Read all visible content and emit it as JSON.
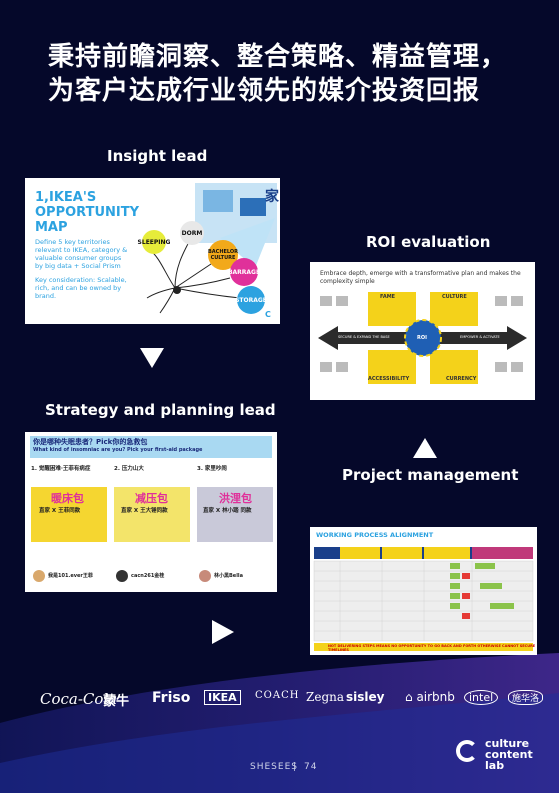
{
  "headline": {
    "line1": "秉持前瞻洞察、整合策略、精益管理，",
    "line2": "为客户达成行业领先的媒介投资回报"
  },
  "sections": {
    "insight": "Insight lead",
    "roi": "ROI evaluation",
    "strategy": "Strategy and planning lead",
    "project": "Project management"
  },
  "ikea": {
    "title_l1": "1,IKEA'S",
    "title_l2": "OPPORTUNITY",
    "title_l3": "MAP",
    "bullet1": "Define 5 key territories relevant to IKEA, category & valuable consumer groups by big data + Social Prism",
    "bullet2": "Key consideration: Scalable, rich, and can be owned by brand.",
    "bubbles": [
      "SLEEPING",
      "DORM",
      "BACHELOR CULTURE",
      "BARRAGE",
      "STORAGE"
    ],
    "chinese_char": "家"
  },
  "roi_card": {
    "header": "Embrace depth, emerge with a transformative plan and makes the complexity simple",
    "labels": [
      "FAME",
      "CULTURE",
      "ACCESSIBILITY",
      "CURRENCY",
      "ROI"
    ],
    "left_arrow": "SECURE & EXPAND THE BASE",
    "right_arrow": "EMPOWER & ACTIVATE"
  },
  "strategy_card": {
    "title_cn": "你是哪种失眠患者？Pick你的急救包",
    "title_en": "What kind of insomniac are you? Pick your first-aid package",
    "col1_title": "1. 觉醒困难·王菲有病症",
    "col2_title": "2. 压力山大",
    "col3_title": "3. 家里吵闹",
    "pack1": "暖床包",
    "pack2": "减压包",
    "pack3": "洪浬包",
    "sub1": "直家 X 王菲同款",
    "sub2": "直家 X 王大锤同款",
    "sub3": "直家 X 林小踏 同款",
    "kol1": "我是101.ever王菲",
    "kol2": "cacn261金桂",
    "kol3": "林小黑Bella"
  },
  "project_card": {
    "title": "WORKING PROCESS ALIGNMENT",
    "footer": "NOT DELIVERING STEPS MEANS NO OPPORTUNITY TO GO BACK AND FORTH OTHERWISE CANNOT SECURE TIMELINES"
  },
  "logos": [
    "Coca-Cola",
    "蒙牛",
    "Friso",
    "IKEA",
    "COACH",
    "Zegna",
    "sisley",
    "airbnb",
    "intel",
    "施华洛"
  ],
  "footer": {
    "brand": "SHESEES",
    "separator": "|",
    "page": "74"
  },
  "ccl": {
    "line1": "culture",
    "line2": "content",
    "line3": "lab"
  },
  "colors": {
    "background": "#05082a",
    "ikea_blue": "#2ca2e0",
    "roi_yellow": "#f4d21a",
    "roi_dark": "#2b2b2b"
  }
}
